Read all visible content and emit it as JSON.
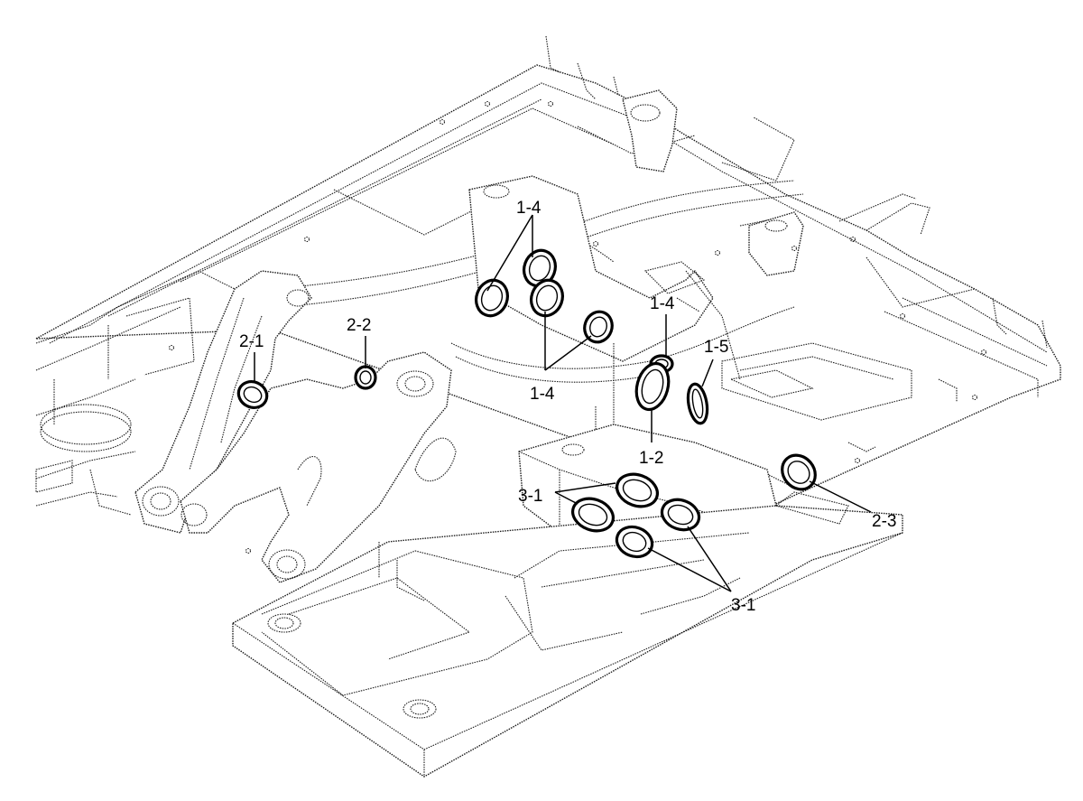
{
  "callouts": [
    {
      "id": "c1",
      "text": "1-4"
    },
    {
      "id": "c2",
      "text": "1-4"
    },
    {
      "id": "c3",
      "text": "1-4"
    },
    {
      "id": "c4",
      "text": "1-5"
    },
    {
      "id": "c5",
      "text": "1-2"
    },
    {
      "id": "c6",
      "text": "2-1"
    },
    {
      "id": "c7",
      "text": "2-2"
    },
    {
      "id": "c8",
      "text": "2-3"
    },
    {
      "id": "c9",
      "text": "3-1"
    },
    {
      "id": "c10",
      "text": "3-1"
    }
  ]
}
